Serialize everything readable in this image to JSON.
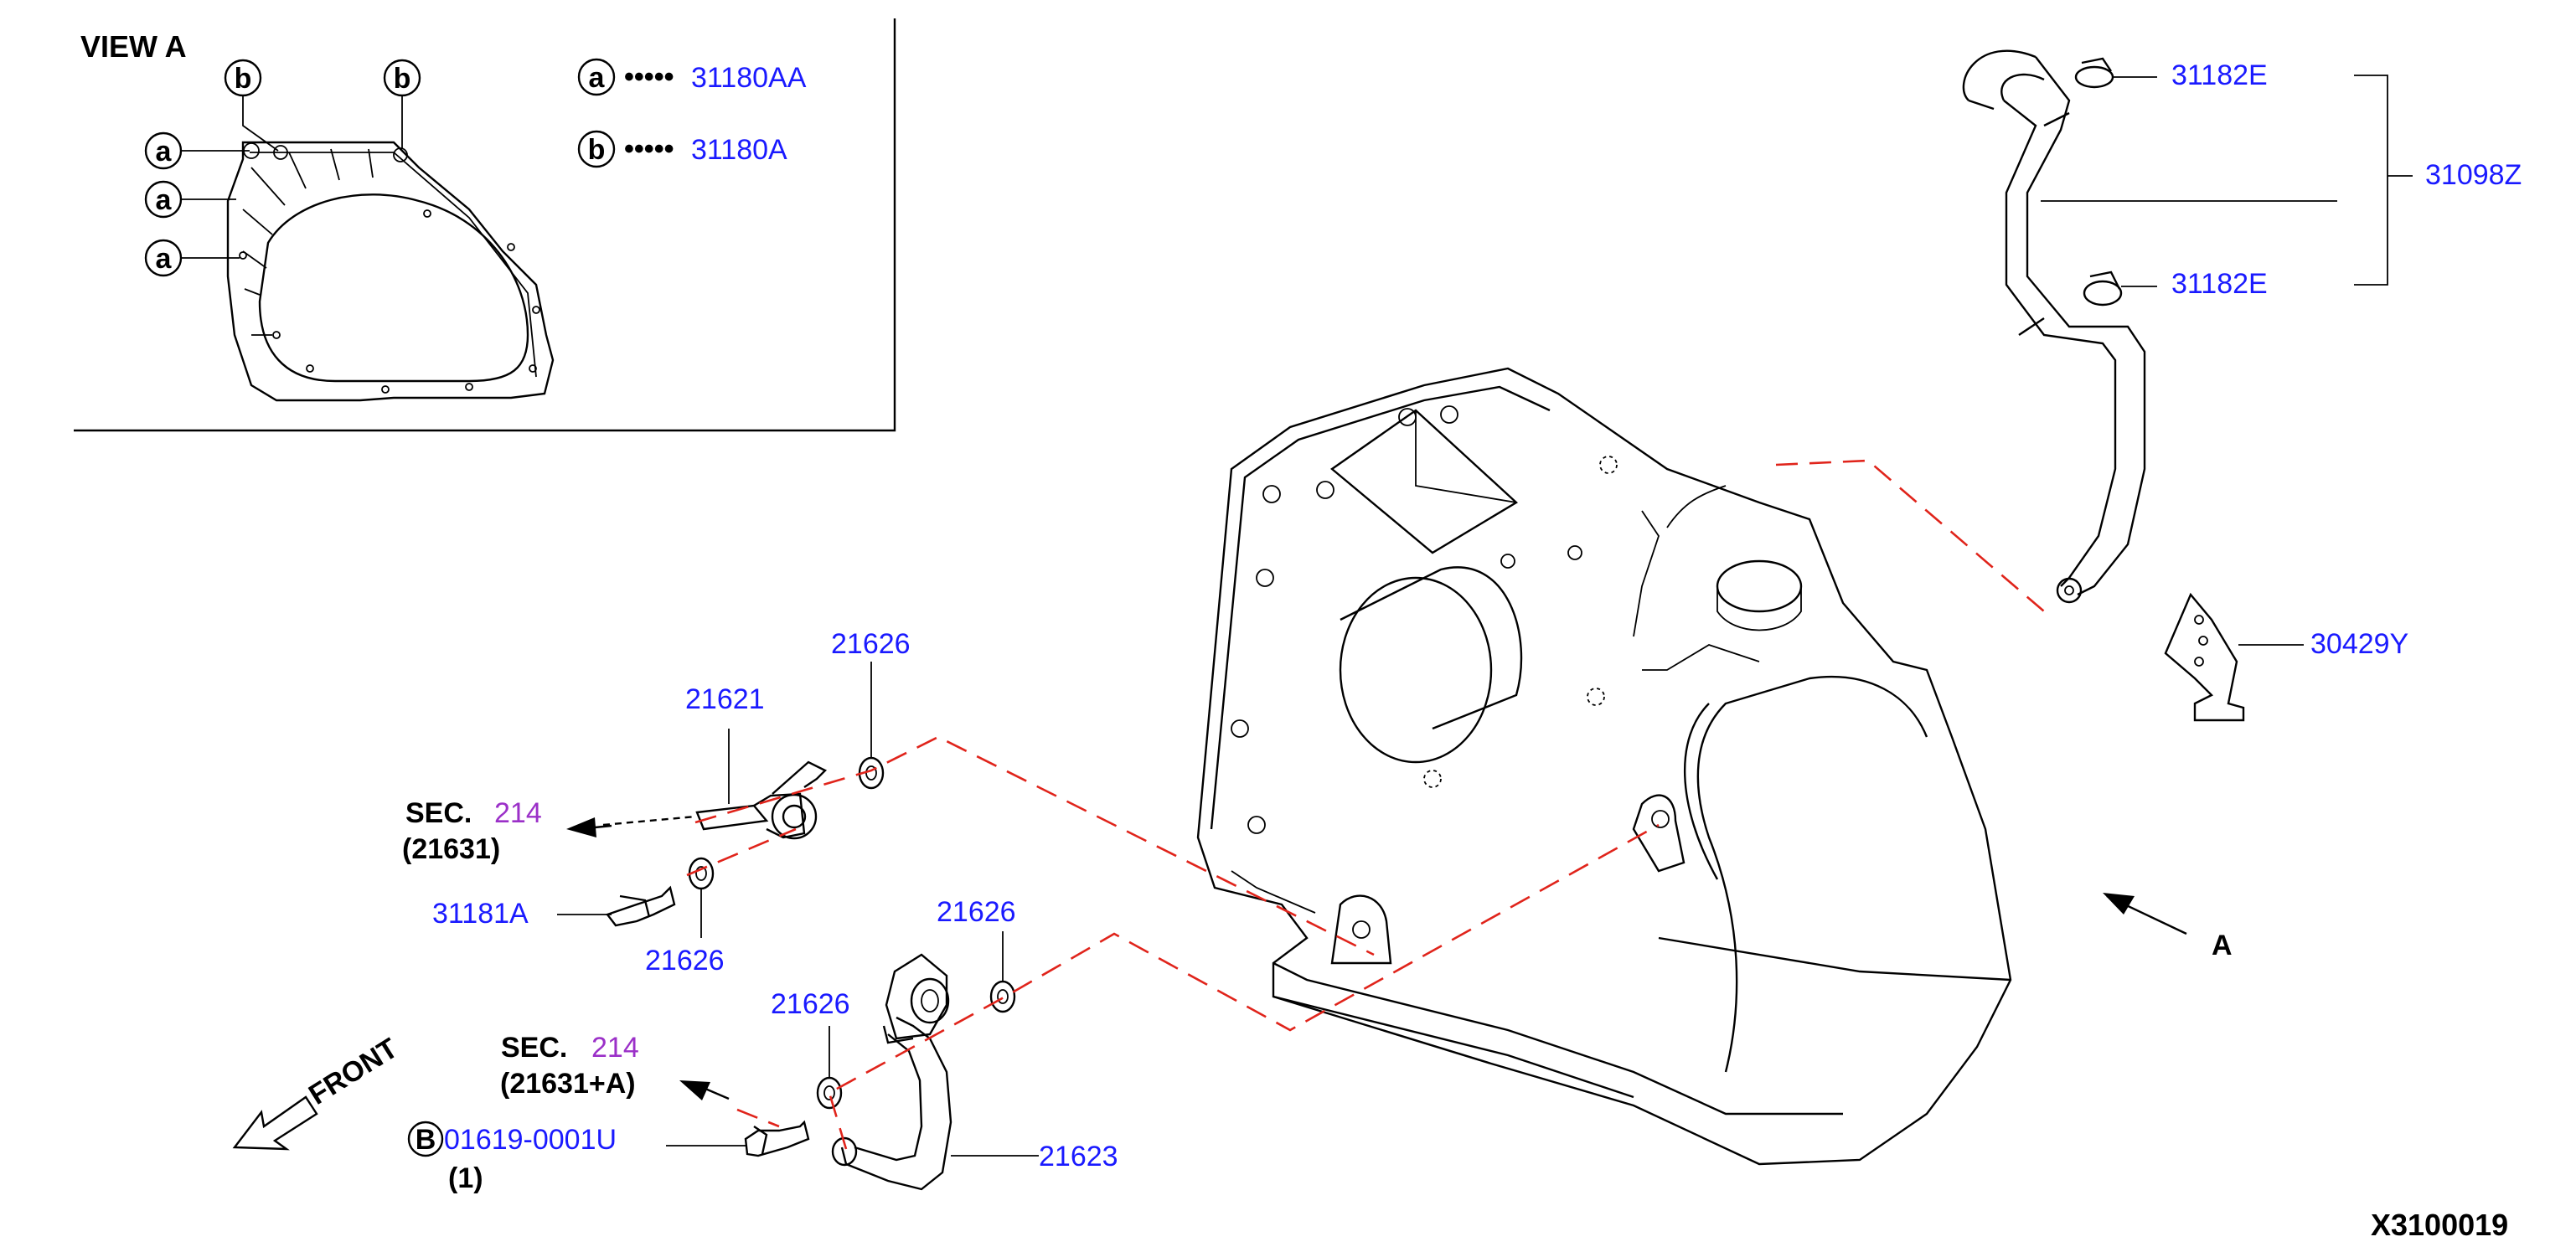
{
  "colors": {
    "part_number": "#1a1aff",
    "section_ref": "#9b30c8",
    "leader_dash": "#e0241b",
    "line": "#000000"
  },
  "view_a": {
    "title": "VIEW A",
    "legend": [
      {
        "letter": "a",
        "dots": "•••••",
        "part": "31180AA"
      },
      {
        "letter": "b",
        "dots": "•••••",
        "part": "31180A"
      }
    ],
    "callout_letters": [
      "b",
      "b",
      "a",
      "a",
      "a"
    ]
  },
  "hose_assembly": {
    "clamp_top": "31182E",
    "clamp_bottom": "31182E",
    "assembly": "31098Z"
  },
  "bracket": "30429Y",
  "view_arrow_label": "A",
  "upper_fitting": {
    "washer_top": "21626",
    "connector": "21621",
    "bolt": "31181A",
    "washer_bottom": "21626"
  },
  "lower_fitting": {
    "washer_right": "21626",
    "washer_left": "21626",
    "tube": "21623",
    "bolt_mark": "B",
    "bolt": "01619-0001U",
    "qty": "(1)"
  },
  "section_refs": [
    {
      "prefix": "SEC.",
      "number": "214",
      "sub": "(21631)"
    },
    {
      "prefix": "SEC.",
      "number": "214",
      "sub": "(21631+A)"
    }
  ],
  "front_label": "FRONT",
  "diagram_id": "X3100019"
}
